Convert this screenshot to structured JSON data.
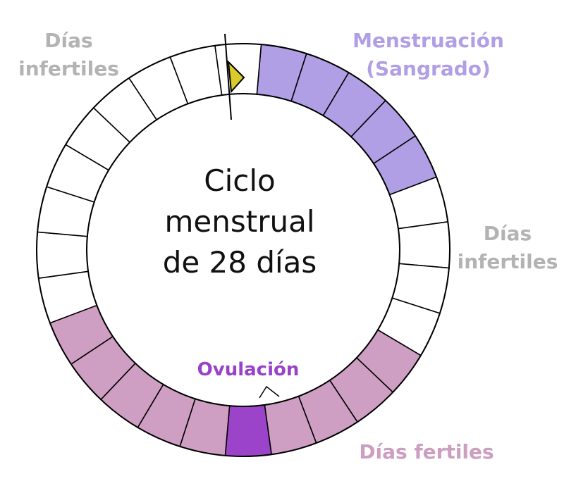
{
  "diagram": {
    "title_lines": [
      "Ciclo",
      "menstrual",
      "de 28 días"
    ],
    "labels": {
      "infertile_left": [
        "Días",
        "infertiles"
      ],
      "infertile_right": [
        "Días",
        "infertiles"
      ],
      "menstruation": [
        "Menstruación",
        "(Sangrado)"
      ],
      "ovulation": "Ovulación",
      "fertile": "Días fertiles"
    },
    "cycle": {
      "total_days": 28,
      "menstruation_days": [
        1,
        2,
        3,
        4,
        5
      ],
      "fertile_days": [
        10,
        11,
        12,
        13,
        15,
        16,
        17,
        18,
        19
      ],
      "ovulation_day": 14
    },
    "colors": {
      "menstruation": "#b19fe6",
      "fertile": "#cf9fc3",
      "ovulation": "#9b44c9",
      "infertile": "#ffffff",
      "start_marker": "#d9cc2a",
      "outline": "#000000"
    }
  }
}
